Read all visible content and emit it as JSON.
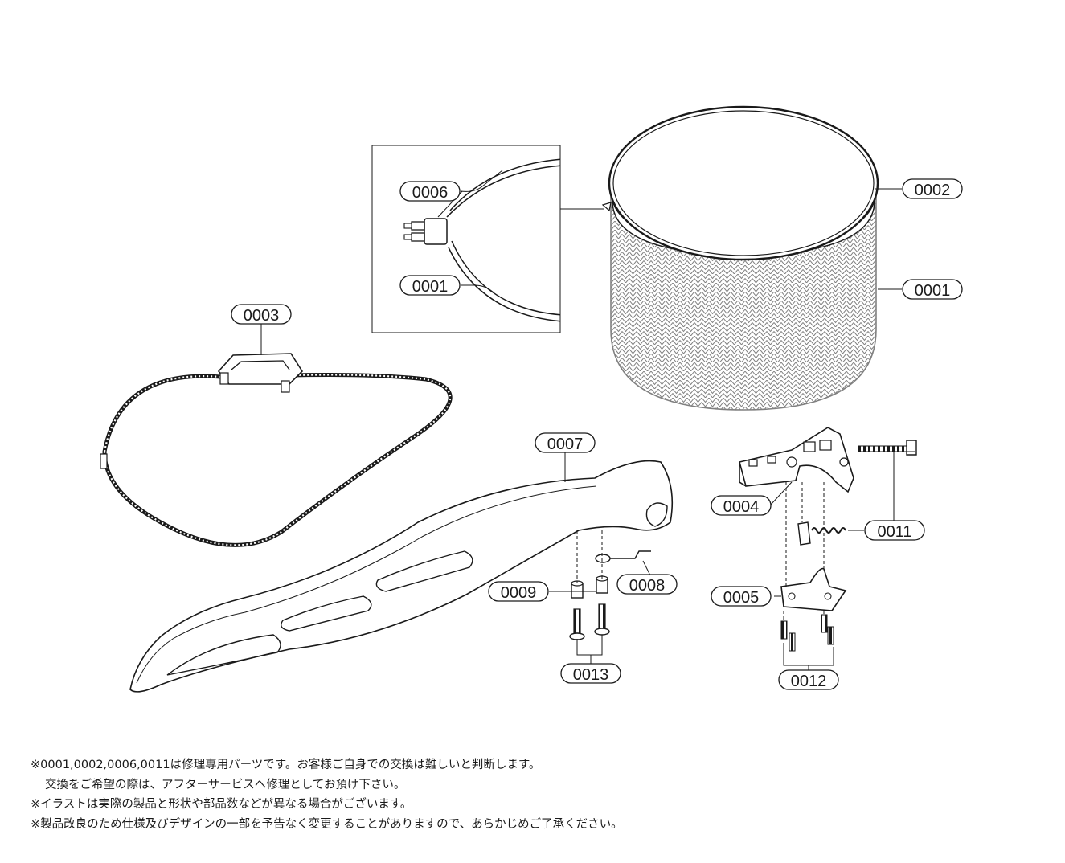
{
  "parts": {
    "p0001_main": "0001",
    "p0001_detail": "0001",
    "p0002": "0002",
    "p0003": "0003",
    "p0004": "0004",
    "p0005": "0005",
    "p0006": "0006",
    "p0007": "0007",
    "p0008": "0008",
    "p0009": "0009",
    "p0011": "0011",
    "p0012": "0012",
    "p0013": "0013"
  },
  "notes": {
    "line1": "※0001,0002,0006,0011は修理専用パーツです。お客様ご自身での交換は難しいと判断します。",
    "line2": "交換をご希望の際は、アフターサービスへ修理としてお預け下さい。",
    "line3": "※イラストは実際の製品と形状や部品数などが異なる場合がございます。",
    "line4": "※製品改良のため仕様及びデザインの一部を予告なく変更することがありますので、あらかじめご了承ください。"
  },
  "colors": {
    "ink": "#1a1a1a",
    "paper": "#ffffff"
  }
}
